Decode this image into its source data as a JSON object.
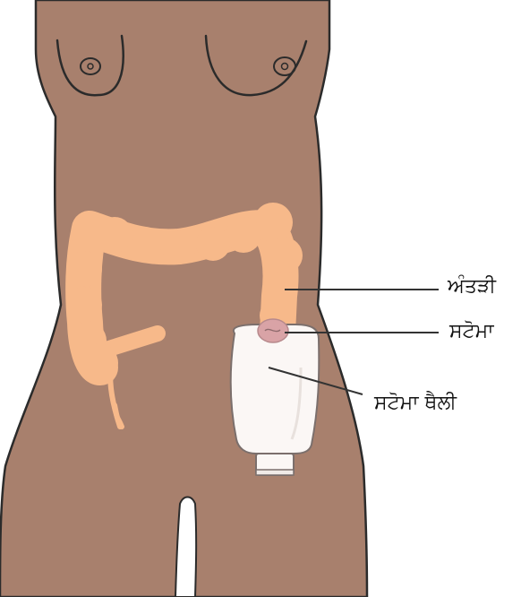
{
  "labels": {
    "intestine": "ਅੰਤੜੀ",
    "stoma": "ਸਟੋਮਾ",
    "stoma_pouch": "ਸਟੋਮਾ ਥੈਲੀ"
  },
  "colors": {
    "skin": "#a8806d",
    "outline": "#2b2b2b",
    "bowel": "#f7b98a",
    "pouch": "#fbf7f5",
    "stoma": "#d9a3a6",
    "leader_line": "#333333"
  }
}
